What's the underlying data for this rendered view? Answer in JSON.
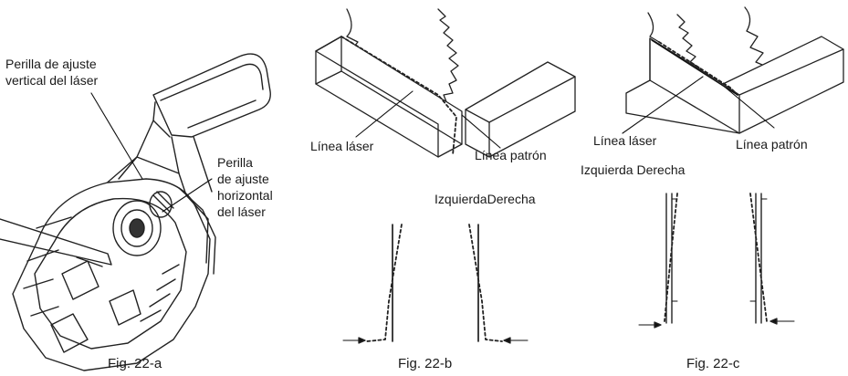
{
  "figures": {
    "a": {
      "caption": "Fig. 22-a",
      "label_vertical_line1": "Perilla de ajuste",
      "label_vertical_line2": "vertical del láser",
      "label_horizontal_line1": "Perilla",
      "label_horizontal_line2": "de ajuste",
      "label_horizontal_line3": "horizontal",
      "label_horizontal_line4": "del láser"
    },
    "b": {
      "caption": "Fig. 22-b",
      "label_laser": "Línea láser",
      "label_pattern": "Línea patrón",
      "label_left_right": "IzquierdaDerecha"
    },
    "c": {
      "caption": "Fig. 22-c",
      "label_laser": "Línea láser",
      "label_pattern": "Línea patrón",
      "label_left_right": "Izquierda Derecha"
    }
  }
}
